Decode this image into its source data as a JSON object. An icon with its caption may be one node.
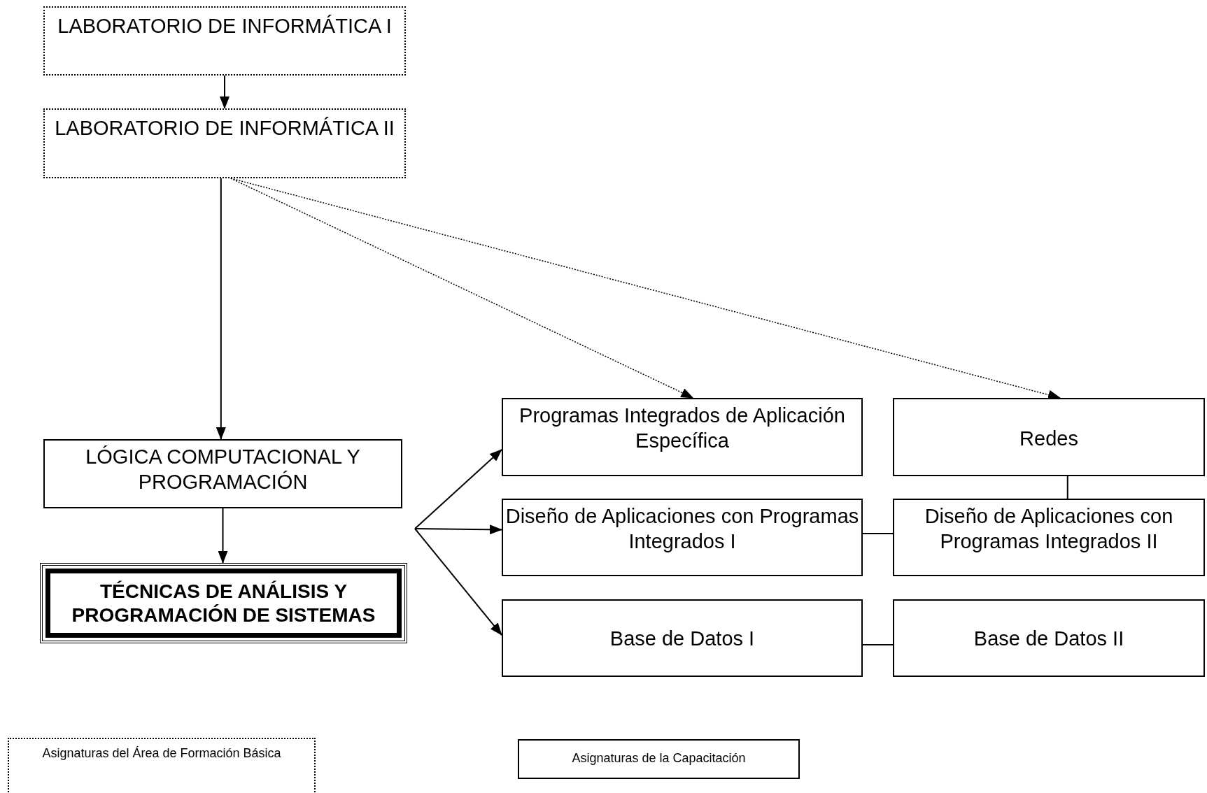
{
  "diagram": {
    "nodes": [
      {
        "text": [
          "LABORATORIO DE INFORMÁTICA I"
        ]
      },
      {
        "text": [
          "LABORATORIO DE INFORMÁTICA II"
        ]
      },
      {
        "text": [
          "LÓGICA COMPUTACIONAL Y PROGRAMACIÓN"
        ]
      },
      {
        "text": [
          "TÉCNICAS DE ANÁLISIS Y PROGRAMACIÓN DE SISTEMAS"
        ]
      },
      {
        "text": [
          "Programas Integrados de Aplicación Específica"
        ]
      },
      {
        "text": [
          "Redes"
        ]
      },
      {
        "text": [
          "Diseño de Aplicaciones con Programas Integrados I"
        ]
      },
      {
        "text": [
          "Diseño de Aplicaciones con Programas Integrados II"
        ]
      },
      {
        "text": [
          "Base de Datos I"
        ]
      },
      {
        "text": [
          "Base de Datos II"
        ]
      }
    ],
    "edges": [
      {
        "from": 0,
        "to": 1,
        "arrow": "to"
      },
      {
        "from": 1,
        "to": 2,
        "arrow": "to"
      },
      {
        "from": 1,
        "to": 4,
        "arrow": "to",
        "style": "dashed"
      },
      {
        "from": 1,
        "to": 5,
        "arrow": "to",
        "style": "dashed"
      },
      {
        "from": null,
        "to": 4,
        "arrow": "to"
      },
      {
        "from": null,
        "to": 6,
        "arrow": "to"
      },
      {
        "from": null,
        "to": 8,
        "arrow": "to"
      },
      {
        "from": 2,
        "to": 3,
        "arrow": "to"
      },
      {
        "from": 5,
        "to": 7,
        "arrow": "none"
      },
      {
        "from": 6,
        "to": 7,
        "arrow": "none"
      },
      {
        "from": 8,
        "to": 9,
        "arrow": "none"
      }
    ],
    "legend": [
      {
        "text": "Asignaturas del Área de Formación Básica"
      },
      {
        "text": "Asignaturas de la Capacitación"
      }
    ]
  }
}
